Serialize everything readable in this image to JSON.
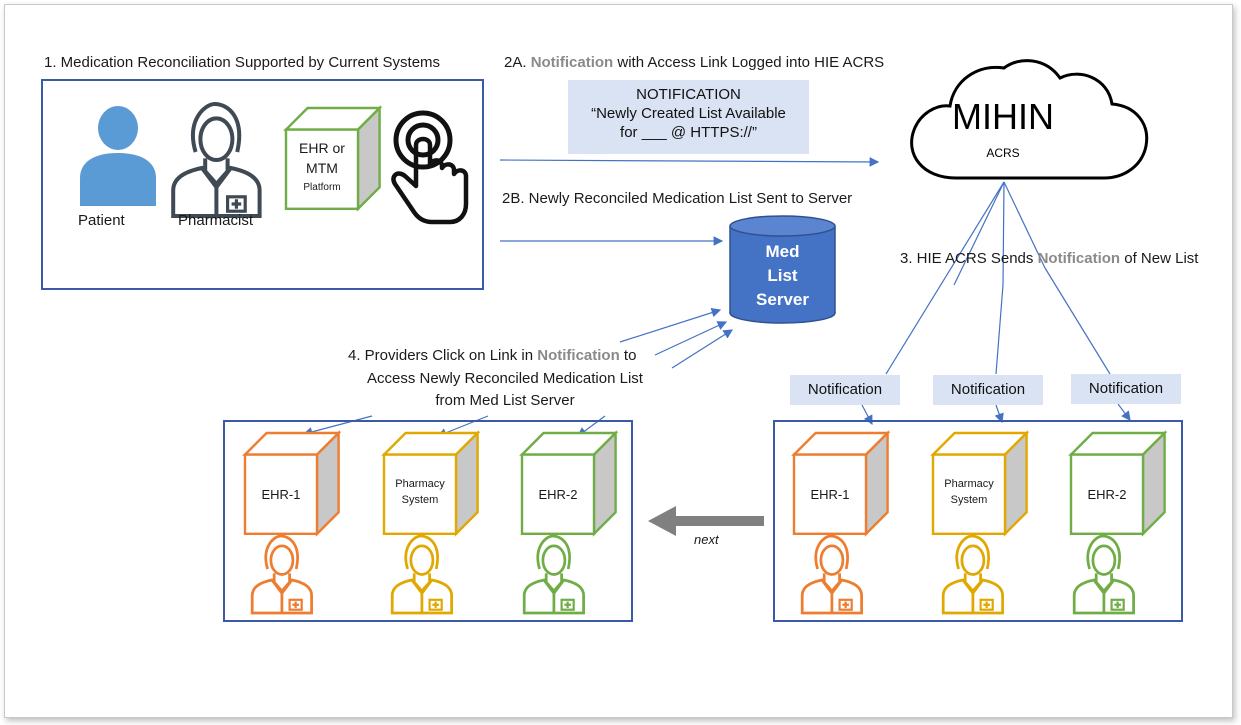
{
  "step1": {
    "label": "1. Medication Reconciliation Supported by Current Systems",
    "patient": "Patient",
    "pharmacist": "Pharmacist",
    "platform_line1": "EHR or",
    "platform_line2": "MTM",
    "platform_line3": "Platform"
  },
  "step2a": {
    "prefix": "2A. ",
    "highlight": "Notification",
    "suffix": " with Access Link Logged into HIE ACRS"
  },
  "notification_box": {
    "line1": "NOTIFICATION",
    "line2": "“Newly Created List Available",
    "line3": "for ___ @ HTTPS://”"
  },
  "step2b": {
    "label": "2B. Newly Reconciled Medication List Sent to Server"
  },
  "cloud": {
    "title": "MIHIN",
    "subtitle": "ACRS"
  },
  "server": {
    "line1": "Med",
    "line2": "List",
    "line3": "Server"
  },
  "step3": {
    "prefix": "3. HIE ACRS Sends ",
    "highlight": "Notification",
    "suffix": " of New List"
  },
  "step4": {
    "prefix": "4. Providers Click on Link in ",
    "highlight": "Notification",
    "suffix": " to",
    "line2": "Access Newly Reconciled Medication List",
    "line3": "from Med List Server"
  },
  "notifications": [
    "Notification",
    "Notification",
    "Notification"
  ],
  "systems": {
    "ehr1": "EHR-1",
    "pharmacy_line1": "Pharmacy",
    "pharmacy_line2": "System",
    "ehr2": "EHR-2"
  },
  "next_label": "next",
  "colors": {
    "panel_border": "#3a5aa8",
    "arrow": "#4472c4",
    "highlight_text": "#8a8a8a",
    "notification_bg": "#dae3f3",
    "server_fill": "#4472c4",
    "ehr1": "#ed7d31",
    "pharmacy": "#e0a800",
    "ehr2": "#70ad47",
    "patient": "#5b9bd5",
    "pharmacist": "#3f4a55",
    "platform_cube": "#70ad47",
    "next_arrow": "#808080"
  }
}
